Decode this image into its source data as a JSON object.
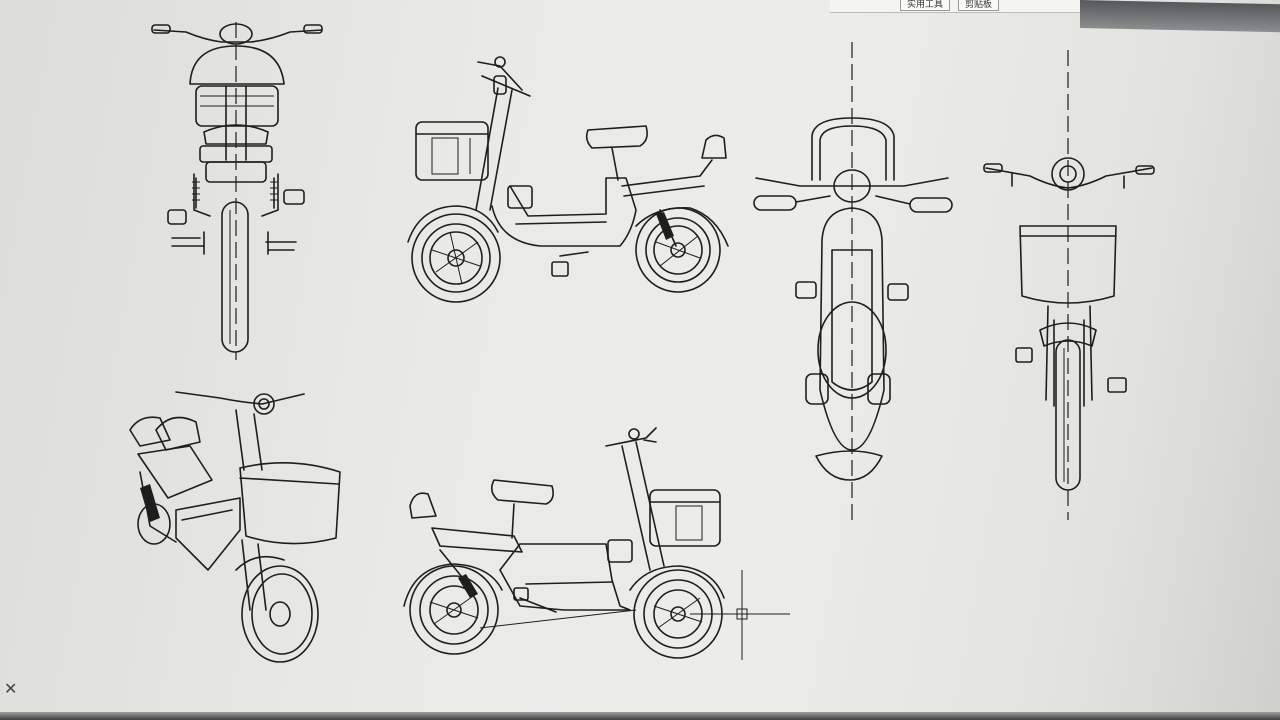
{
  "app": {
    "ribbon_labels": [
      "实用工具",
      "剪贴板"
    ]
  },
  "drawing": {
    "views": [
      {
        "name": "front-view"
      },
      {
        "name": "right-side-view"
      },
      {
        "name": "top-view"
      },
      {
        "name": "rear-view"
      },
      {
        "name": "isometric-view"
      },
      {
        "name": "left-side-view"
      }
    ]
  },
  "icons": {
    "ucs": "ucs-icon",
    "crosshair": "crosshair-cursor-icon"
  },
  "colors": {
    "paper": "#ebebe8",
    "linework": "#1e1e1e"
  }
}
